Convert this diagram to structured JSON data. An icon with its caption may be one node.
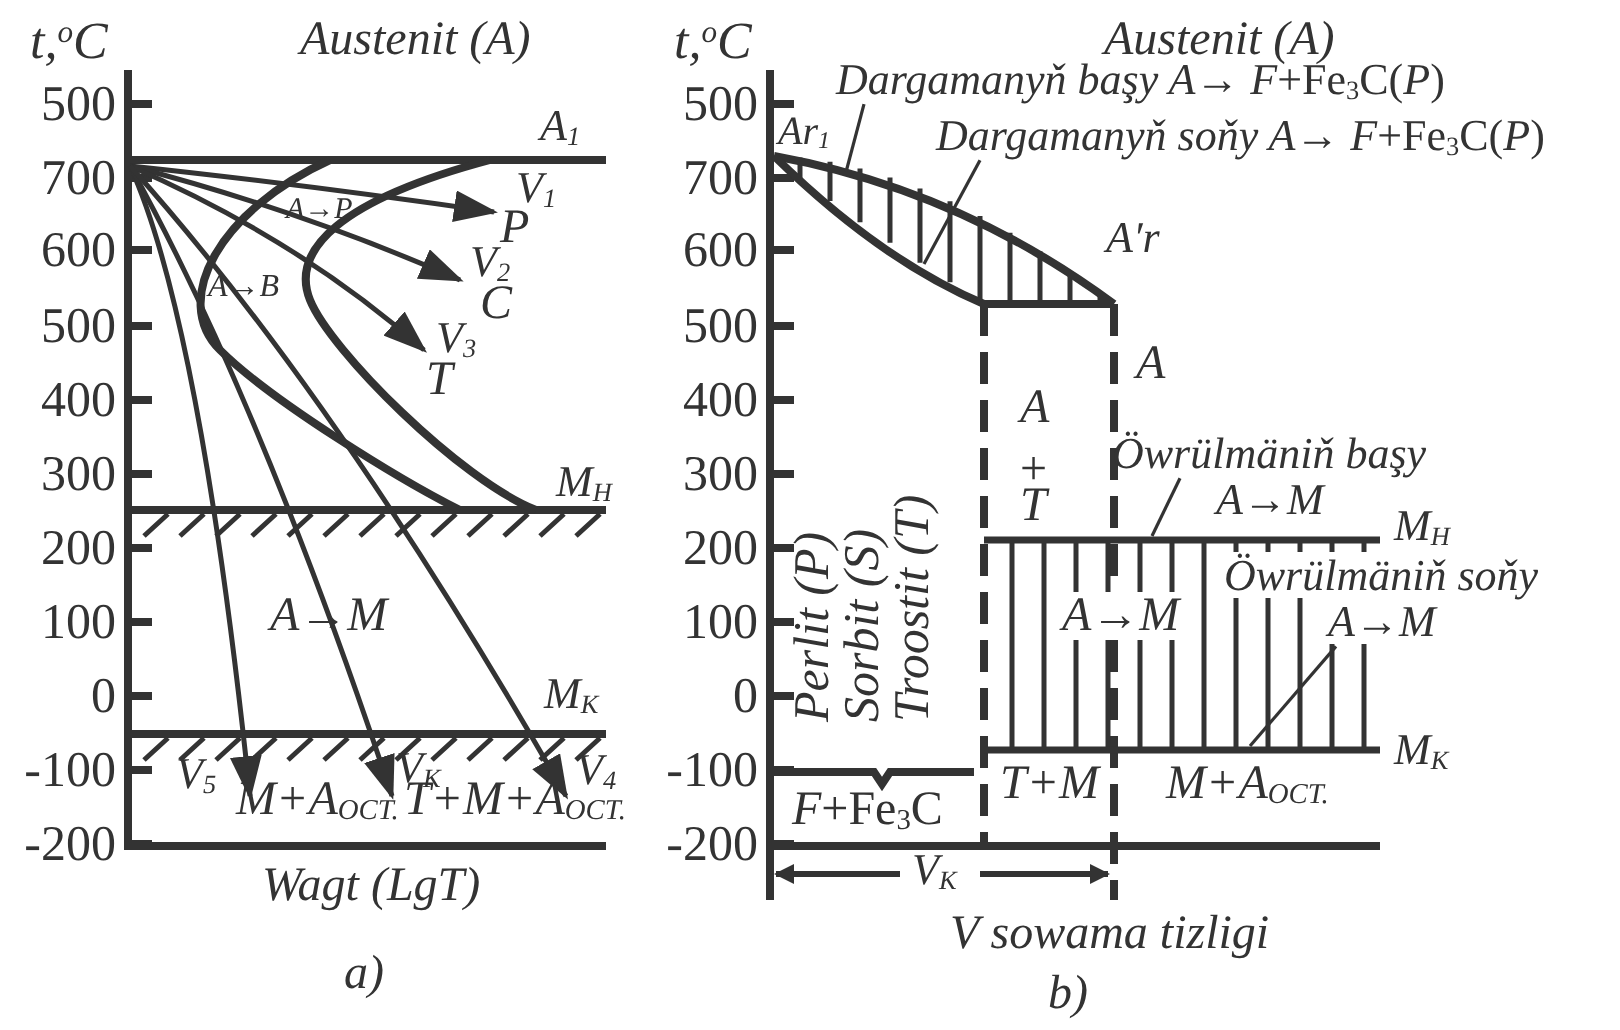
{
  "diagram": {
    "nodes": [
      {
        "text": [
          "*Dargamanyň başy A*→ *F*+Fe$_{3}$C(*P*)"
        ]
      },
      {
        "text": [
          "*Dargamanyň soňy A*→ *F*+Fe$_{3}$C(*P*)"
        ]
      },
      {
        "text": [
          "Öwrülmäniň başy",
          "A→M"
        ]
      },
      {
        "text": [
          "Öwrülmäniň soňy",
          "A→M"
        ]
      },
      {
        "text": [],
        "shape": "curve"
      },
      {
        "text": [],
        "shape": "curve"
      },
      {
        "text": [],
        "shape": "line"
      },
      {
        "text": [],
        "shape": "line"
      }
    ],
    "edges": [
      {
        "from": 0,
        "to": 4,
        "arrow": "none"
      },
      {
        "from": 1,
        "to": 5,
        "arrow": "none"
      },
      {
        "from": 2,
        "to": 6,
        "arrow": "none"
      },
      {
        "from": 3,
        "to": 7,
        "arrow": "none"
      }
    ],
    "labels": [
      "t,$^{o}$C",
      "Austenit (A)",
      "500",
      "700",
      "600",
      "500",
      "400",
      "300",
      "200",
      "100",
      "0",
      "-100",
      "-200",
      "A$_{1}$",
      "V$_{1}$",
      "A→P",
      "P",
      "V$_{2}$",
      "A→B",
      "C",
      "V$_{3}$",
      "T",
      "M$_{H}$",
      "A→M",
      "M$_{K}$",
      "V$_{5}$",
      "M+A$_{OCT.}$",
      "V$_{K}$",
      "T+M+A$_{OCT.}$",
      "V$_{4}$",
      "Wagt (LgT)",
      "a)",
      "t,$^{o}$C",
      "Austenit (A)",
      "500",
      "700",
      "600",
      "500",
      "400",
      "300",
      "200",
      "100",
      "0",
      "-100",
      "-200",
      "Ar$_{1}$",
      "A′r",
      "A",
      "A",
      "+",
      "T",
      "M$_{H}$",
      "A→M",
      "Perlit (P)",
      "Sorbit (S)",
      "Troostit (T)",
      "M$_{K}$",
      "T+M",
      "M+A$_{OCT.}$",
      "*F*+Fe$_{3}$C",
      "V$_{K}$",
      "V sowama tizligi",
      "b)"
    ]
  }
}
